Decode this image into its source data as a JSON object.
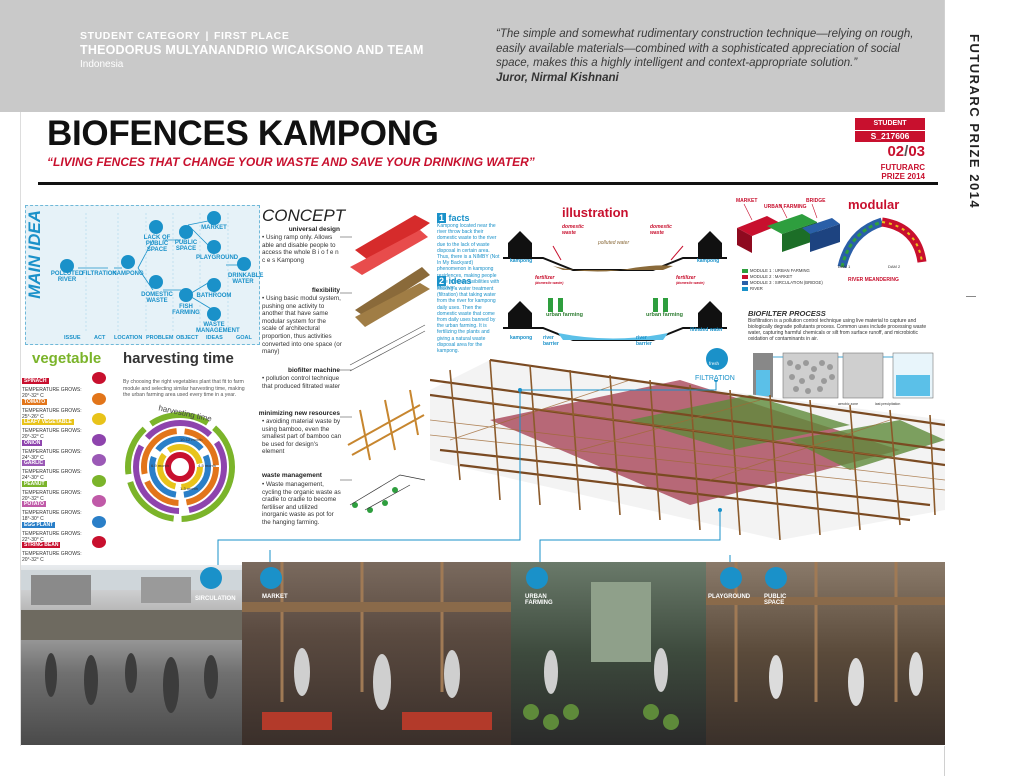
{
  "header": {
    "category_prefix": "STUDENT CATEGORY",
    "category_separator": "|",
    "category_place": "FIRST PLACE",
    "team": "THEODORUS MULYANANDRIO WICAKSONO AND TEAM",
    "country": "Indonesia",
    "quote": "“The simple and somewhat rudimentary construction technique—relying on rough, easily available materials—combined with a sophisticated appreciation of social space, makes this a highly intelligent and context-appropriate solution.”",
    "juror": "Juror, Nirmal Kishnani",
    "vertical_title": "FUTURARC PRIZE 2014"
  },
  "poster": {
    "title": "BIOFENCES KAMPONG",
    "subtitle": "“LIVING FENCES THAT CHANGE YOUR WASTE AND SAVE YOUR DRINKING WATER”",
    "student_category": "STUDENT CATEGORY",
    "code": "S_217606",
    "page_current": "02",
    "page_sep": "/",
    "page_total": "03",
    "prize_line1": "FUTURARC",
    "prize_line2": "PRIZE 2014"
  },
  "main_idea": {
    "label": "MAIN IDEA",
    "nodes": [
      "POLLUTED RIVER",
      "FILTRATION",
      "KAMPONG",
      "LACK OF PUBLIC SPACE",
      "DOMESTIC WASTE",
      "PUBLIC SPACE",
      "FISH FARMING",
      "MARKET",
      "PLAYGROUND",
      "BATHROOM",
      "WASTE MANAGEMENT",
      "DRINKABLE WATER"
    ],
    "axis": [
      "ISSUE",
      "ACT",
      "LOCATION",
      "PROBLEM",
      "OBJECT",
      "IDEAS",
      "GOAL"
    ]
  },
  "vegetables": {
    "title": "vegetable",
    "items": [
      {
        "name": "SPINACH",
        "temp_label": "TEMPERATURE GROWS:",
        "temp": "20°-32° C",
        "color": "#c8102e"
      },
      {
        "name": "TOMATO",
        "temp_label": "TEMPERATURE GROWS:",
        "temp": "25°-26° C",
        "color": "#e2751a"
      },
      {
        "name": "LEAFY VEGETABLE",
        "temp_label": "TEMPERATURE GROWS:",
        "temp": "20°-32° C",
        "color": "#e8c31a"
      },
      {
        "name": "ONION",
        "temp_label": "TEMPERATURE GROWS:",
        "temp": "24°-30° C",
        "color": "#8e44ad"
      },
      {
        "name": "GARLIC",
        "temp_label": "TEMPERATURE GROWS:",
        "temp": "24°-30° C",
        "color": "#9b59b6"
      },
      {
        "name": "PEANUT",
        "temp_label": "TEMPERATURE GROWS:",
        "temp": "20°-32° C",
        "color": "#7bb42a"
      },
      {
        "name": "POTATO",
        "temp_label": "TEMPERATURE GROWS:",
        "temp": "18°-30° C",
        "color": "#c05aa8"
      },
      {
        "name": "EGG PLANT",
        "temp_label": "TEMPERATURE GROWS:",
        "temp": "22°-30° C",
        "color": "#2a7fc8"
      },
      {
        "name": "STRING BEAN",
        "temp_label": "TEMPERATURE GROWS:",
        "temp": "20°-32° C",
        "color": "#c8102e"
      }
    ]
  },
  "harvesting": {
    "title": "harvesting time",
    "text": "By choosing the right vegetables plant that fit to farm module and selecting similar harvesting time, making the urban farming area used every time in a year.",
    "ring_label": "harvesting time",
    "ring_labels": [
      "10-12 month",
      "6-9 month",
      "4-5 month",
      "1-3 month"
    ]
  },
  "concept": {
    "title": "CONCEPT",
    "items": [
      {
        "head": "universal design",
        "body": "• Using ramp only. Allows able and disable people to access the whole B i o f e n c e s Kampong"
      },
      {
        "head": "flexibility",
        "body": "• Using basic modul system, pushing one activity to another that have same modular system for the scale of architectural proportion, thus activities converted into one space (or many)"
      },
      {
        "head": "biofilter machine",
        "body": "• pollution control technique that produced filtrated water"
      },
      {
        "head": "minimizing new resources",
        "body": "• avoiding material waste by using bamboo, even the smallest part of bamboo can be used for design's element"
      },
      {
        "head": "waste management",
        "body": "• Waste management, cycling the organic waste as cradle to cradle to become fertiliser and utilized inorganic waste as pot for the hanging farming."
      }
    ]
  },
  "facts": {
    "num1": "1",
    "head1": "facts",
    "body1": "Kampong located near the river throw back their domestic waste to the river due to the lack of waste disposal in certain area. Thus, there is a NIMBY (Not In My Backyard) phenomenon in kampong residences, making people have no responsibilities with the river.",
    "num2": "2",
    "head2": "ideas",
    "body2": "Making a water treatment (filtration) that taking water from the river for kampong daily uses. Then the domestic waste that come from daily uses banned by the urban farming. It is fertilizing the plants and giving a natural waste disposal area for the kampong."
  },
  "illustration": {
    "title": "illustration",
    "labels": {
      "domestic_waste": "domestic waste",
      "polluted_water": "polluted water",
      "kampong": "kampong",
      "fertilizer": "fertilizer",
      "fertilizer_sub": "(domestic waste)",
      "urban_farming": "urban farming",
      "river_barrier": "river barrier",
      "filtrated_water": "filtrated water"
    }
  },
  "modular": {
    "title": "modular",
    "top_labels": [
      "MARKET",
      "URBAN FARMING",
      "BRIDGE"
    ],
    "legend": [
      {
        "text": "MODULE 1 : URBAN FARMING",
        "color": "#2e9e3e"
      },
      {
        "text": "MODULE 2 : MARKET",
        "color": "#c8102e"
      },
      {
        "text": "MODULE 3 : SIRCULATION (BRIDGE)",
        "color": "#2a5fa8"
      },
      {
        "text": "RIVER",
        "color": "#1a91c9"
      }
    ],
    "dam_labels": [
      "DAM 1",
      "DAM 2"
    ],
    "meander": "RIVER MEANDERING"
  },
  "biofilter": {
    "title": "BIOFILTER PROCESS",
    "text": "Biofiltration is a pollution control technique using live material to capture and biologically degrade pollutants process. Common uses include processing waste water, capturing harmful chemicals or silt from surface runoff, and microbiotic oxidation of contaminants in air.",
    "captions": [
      "first precipitation",
      "anaerobic zone",
      "aerobic zone",
      "last precipitation"
    ],
    "fresh": "fresh",
    "filtration": "FILTRATION"
  },
  "photos": {
    "labels": [
      "SIRCULATION",
      "MARKET",
      "URBAN FARMING",
      "PLAYGROUND",
      "PUBLIC SPACE"
    ]
  }
}
